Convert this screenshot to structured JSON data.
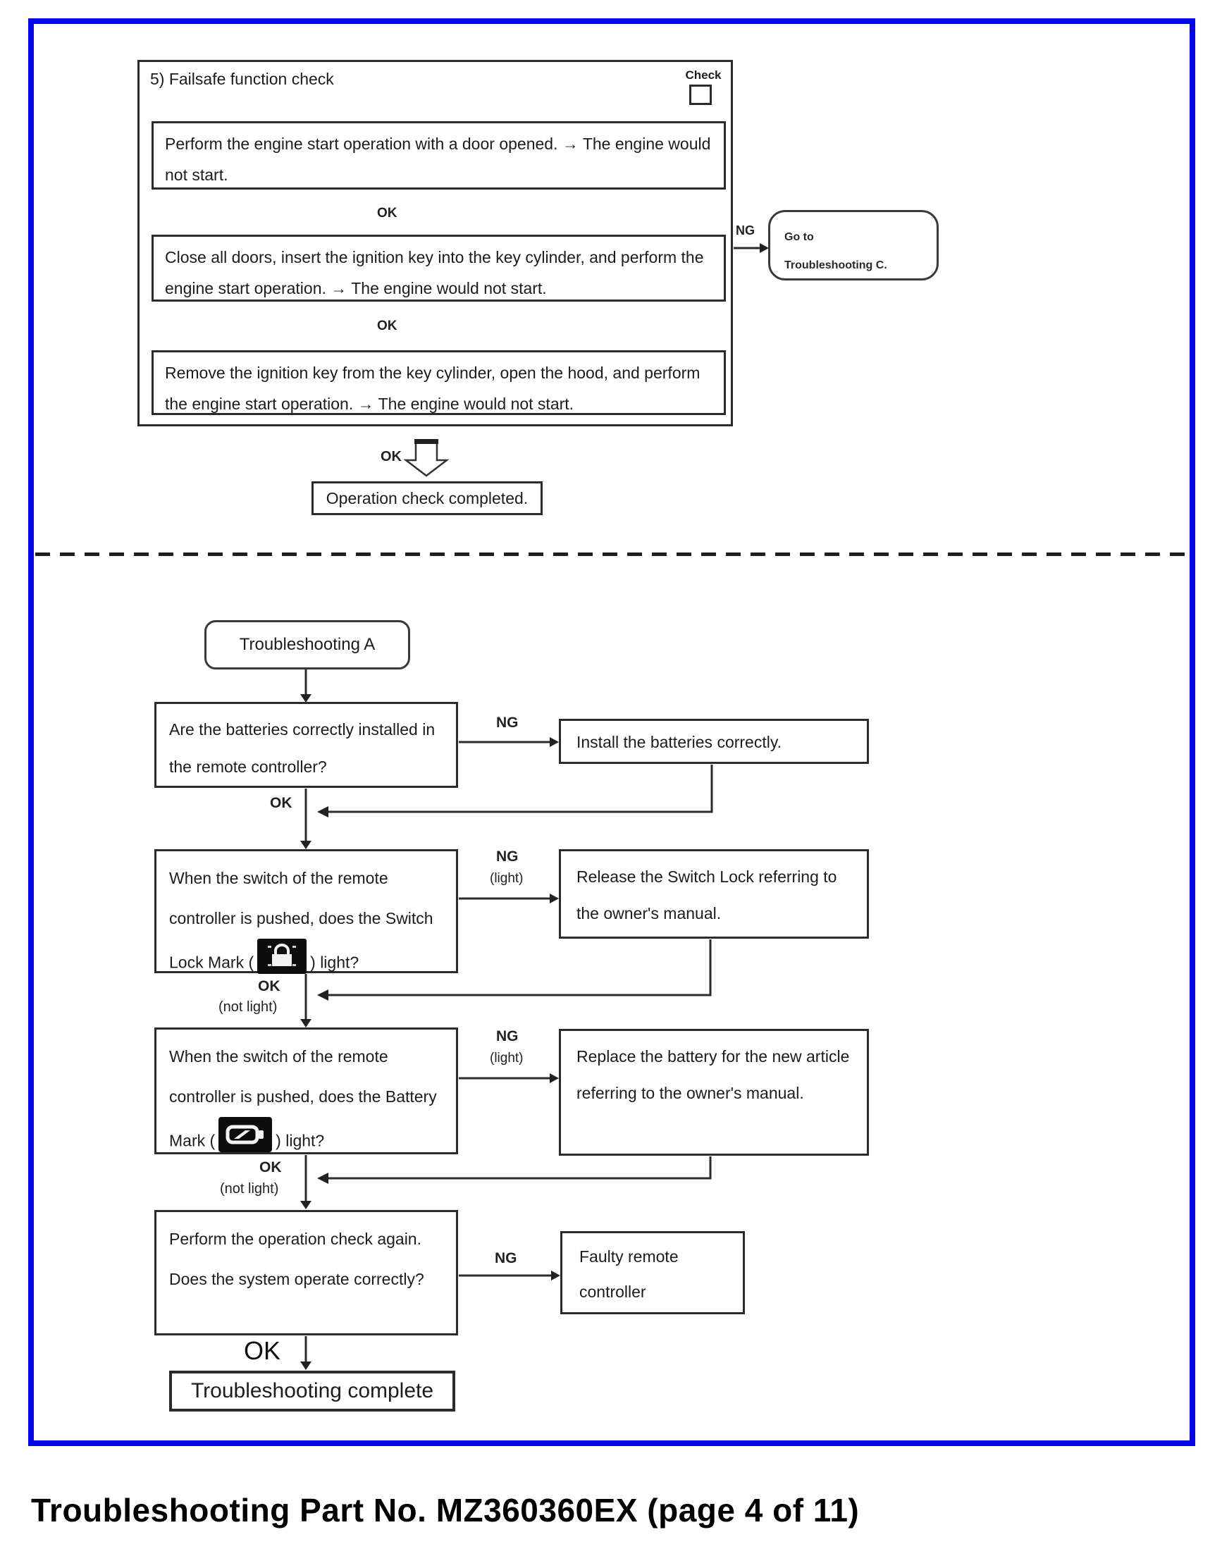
{
  "failsafe": {
    "title": "5) Failsafe function check",
    "check_label": "Check",
    "steps": [
      "Perform the engine start operation with a door opened. → The engine would not start.",
      "Close all doors, insert the ignition key into the key cylinder, and perform the engine start operation. → The engine would not start.",
      "Remove the ignition key from the key cylinder, open the hood, and perform the engine start operation. → The engine would not start."
    ],
    "ok_label": "OK",
    "ng_label": "NG",
    "goto_line1": "Go to",
    "goto_line2": "Troubleshooting C.",
    "complete": "Operation check completed."
  },
  "troubleshooting": {
    "start": "Troubleshooting A",
    "q1": "Are the batteries correctly installed in the remote controller?",
    "r1": "Install the batteries correctly.",
    "q2_prefix": "When the switch of the remote controller is pushed, does the Switch Lock Mark (",
    "q2_suffix": ") light?",
    "r2": "Release the Switch Lock referring to the owner's manual.",
    "q3_prefix": "When the switch of the remote controller is pushed, does the Battery Mark (",
    "q3_suffix": ") light?",
    "r3": "Replace the battery for the new article referring to the owner's manual.",
    "q4": "Perform the operation check again. Does the system operate correctly?",
    "r4": "Faulty remote controller",
    "complete": "Troubleshooting complete",
    "labels": {
      "ok": "OK",
      "ng": "NG",
      "light": "(light)",
      "not_light": "(not light)"
    }
  },
  "caption": "Troubleshooting Part No. MZ360360EX (page 4 of 11)",
  "icons": {
    "switch_lock": "switch-lock-mark",
    "battery": "battery-mark"
  },
  "colors": {
    "frame": "#0404ee",
    "line": "#2b2b2b",
    "text": "#1c1c1c"
  }
}
